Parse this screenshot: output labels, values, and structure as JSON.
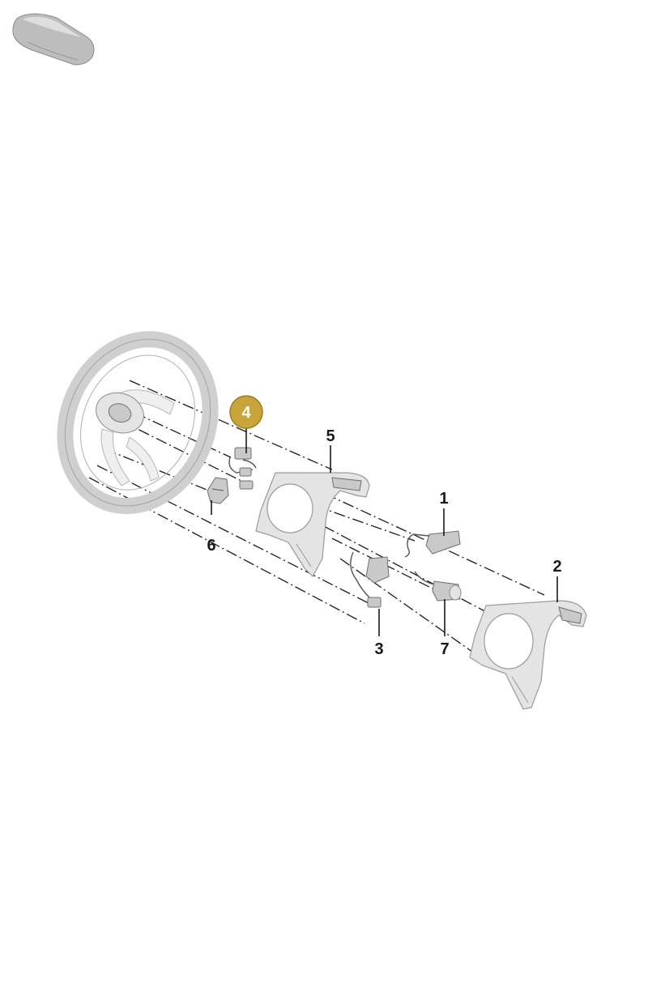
{
  "callouts": [
    {
      "id": "1",
      "label": "1",
      "active": false
    },
    {
      "id": "2",
      "label": "2",
      "active": false
    },
    {
      "id": "3",
      "label": "3",
      "active": false
    },
    {
      "id": "4",
      "label": "4",
      "active": true
    },
    {
      "id": "5",
      "label": "5",
      "active": false
    },
    {
      "id": "6",
      "label": "6",
      "active": false
    },
    {
      "id": "7",
      "label": "7",
      "active": false
    }
  ],
  "colors": {
    "active_callout": "#c9a43a",
    "active_callout_border": "#9b7c22",
    "line": "#1a1a1a",
    "part": "#e4e4e4"
  },
  "icons": {
    "vehicle_thumbnail": "car-thumbnail-icon"
  }
}
